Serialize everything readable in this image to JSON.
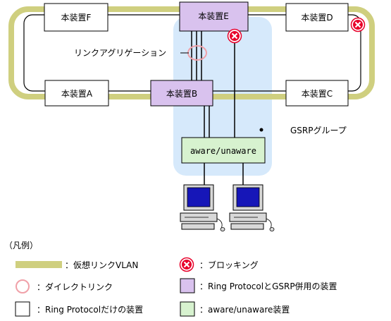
{
  "devices": {
    "f": "本装置F",
    "e": "本装置E",
    "d": "本装置D",
    "a": "本装置A",
    "b": "本装置B",
    "c": "本装置C"
  },
  "aware_box": "aware/unaware",
  "link_aggregation_label": "リンクアグリゲーション",
  "gsrp_group_label": "GSRPグループ",
  "legend": {
    "title": "（凡例）",
    "virtual_link": "：仮想リンクVLAN",
    "blocking": "：ブロッキング",
    "direct_link": "：ダイレクトリンク",
    "ring_gsrp": "：Ring ProtocolとGSRP併用の装置",
    "ring_only": "：Ring Protocolだけの装置",
    "aware": "：aware/unaware装置"
  },
  "colors": {
    "ring": "#cfcf7f",
    "gsrp_group": "#d6e9fb",
    "ring_gsrp_device": "#d9c2ee",
    "aware_device": "#d7f2cf",
    "blocking": "#e8002a",
    "direct_link": "#f0a0a8"
  },
  "icons": {
    "blocking": "blocking-icon",
    "pc": "computer-icon"
  }
}
